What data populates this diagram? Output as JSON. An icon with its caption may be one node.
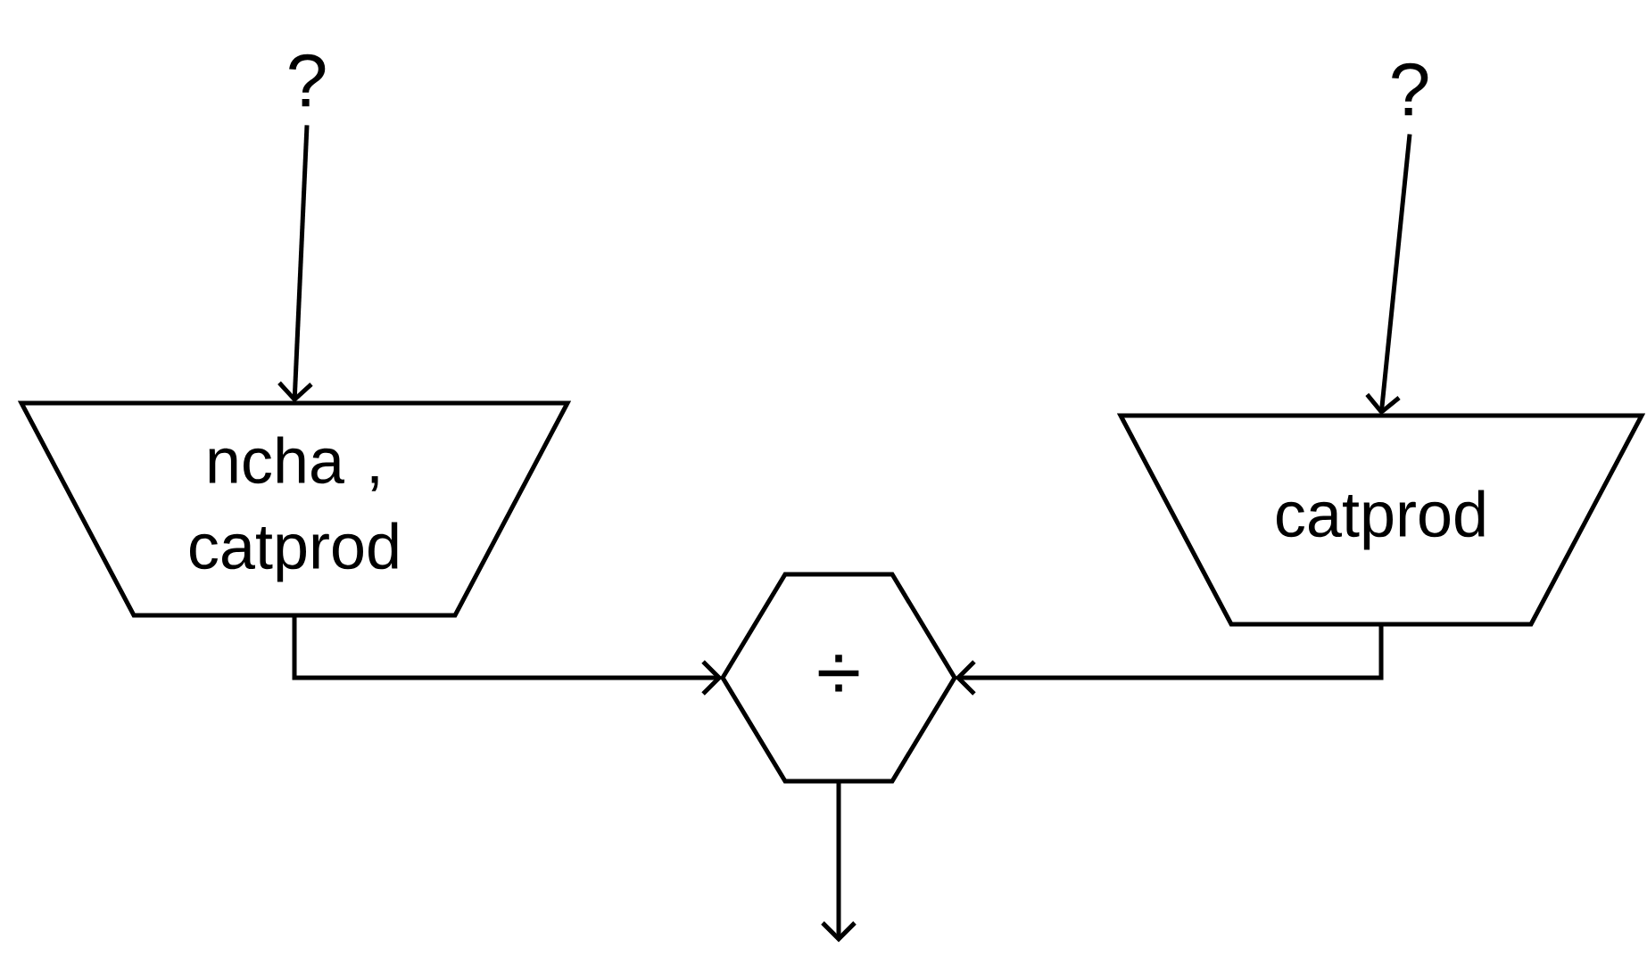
{
  "diagram": {
    "nodes": [
      {
        "text": [
          "?"
        ]
      },
      {
        "text": [
          "?"
        ]
      },
      {
        "text": [
          "ncha , catprod"
        ]
      },
      {
        "text": [
          "catprod"
        ]
      },
      {
        "text": [
          "÷"
        ]
      }
    ],
    "edges": [
      {
        "from": 0,
        "to": 2,
        "arrow": "to"
      },
      {
        "from": 1,
        "to": 3,
        "arrow": "to"
      },
      {
        "from": 2,
        "to": 4,
        "arrow": "to"
      },
      {
        "from": 3,
        "to": 4,
        "arrow": "to"
      },
      {
        "from": 4,
        "to": null,
        "arrow": "to"
      }
    ]
  }
}
